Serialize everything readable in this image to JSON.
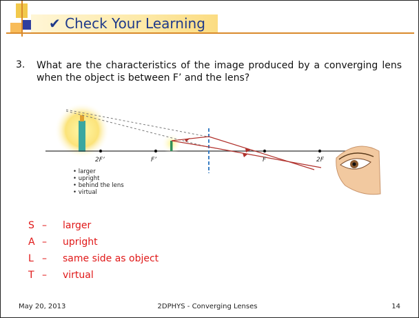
{
  "header": {
    "check_glyph": "✔",
    "title": "Check Your Learning"
  },
  "question": {
    "number": "3.",
    "text": "What are the characteristics of the image produced by a converging lens when the object is between F’ and the lens?"
  },
  "diagram": {
    "points": {
      "twoFprime": "2F’",
      "Fprime": "F’",
      "F": "F",
      "twoF": "2F"
    },
    "notes": [
      "• larger",
      "• upright",
      "• behind the lens",
      "• virtual"
    ]
  },
  "answers": [
    {
      "letter": "S",
      "dash": "–",
      "text": "larger"
    },
    {
      "letter": "A",
      "dash": "–",
      "text": "upright"
    },
    {
      "letter": "L",
      "dash": "–",
      "text": "same side as object"
    },
    {
      "letter": "T",
      "dash": "–",
      "text": "virtual"
    }
  ],
  "footer": {
    "date": "May 20, 2013",
    "course": "2DPHYS - Converging Lenses",
    "page": "14"
  },
  "colors": {
    "title": "#1f3a8a",
    "accent_rule": "#d98a2b",
    "answer_text": "#e01818",
    "ray": "#b0302b"
  }
}
